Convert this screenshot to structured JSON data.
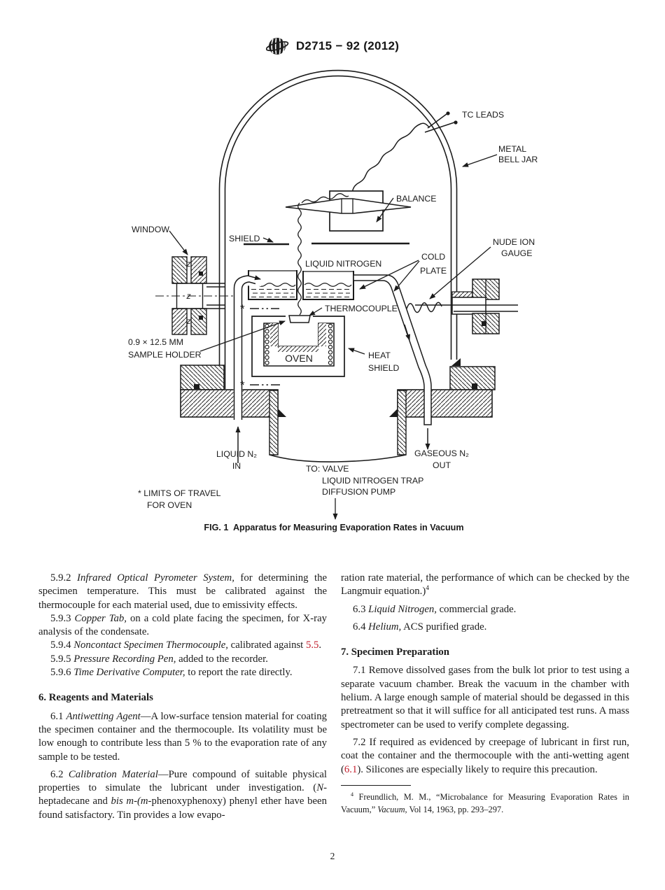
{
  "colors": {
    "link_red": "#C21E2C",
    "ink": "#1b1b1b"
  },
  "header": {
    "designation": "D2715 − 92 (2012)",
    "logo": "astm-logo"
  },
  "figure": {
    "caption": "FIG. 1  Apparatus for Measuring Evaporation Rates in Vacuum",
    "labels": {
      "tc_leads": "TC LEADS",
      "metal_bell_jar_line1": "METAL",
      "metal_bell_jar_line2": "BELL JAR",
      "balance": "BALANCE",
      "window": "WINDOW",
      "shield": "SHIELD",
      "liquid_nitrogen": "LIQUID NITROGEN",
      "cold_plate_line1": "COLD",
      "cold_plate_line2": "PLATE",
      "nude_ion_gauge_line1": "NUDE ION",
      "nude_ion_gauge_line2": "GAUGE",
      "thermocouple": "THERMOCOUPLE",
      "sample_holder_line1": "0.9 × 12.5 MM",
      "sample_holder_line2": "SAMPLE HOLDER",
      "oven": "OVEN",
      "heat_shield_line1": "HEAT",
      "heat_shield_line2": "SHIELD",
      "liquid_n2_in_line1": "LIQUID N₂",
      "liquid_n2_in_line2": "IN",
      "gaseous_n2_out_line1": "GASEOUS N₂",
      "gaseous_n2_out_line2": "OUT",
      "to_line1": "TO: VALVE",
      "to_line2": "LIQUID NITROGEN TRAP",
      "to_line3": "DIFFUSION PUMP",
      "limits_line1": "* LIMITS OF TRAVEL",
      "limits_line2": "FOR OVEN",
      "limit_mark_star": "*"
    }
  },
  "content": {
    "left_column": [
      {
        "style": "para",
        "runs": [
          {
            "t": "5.9.2 ",
            "s": "n"
          },
          {
            "t": "Infrared Optical Pyrometer System,",
            "s": "i"
          },
          {
            "t": " for determining the specimen temperature. This must be calibrated against the thermocouple for each material used, due to emissivity effects.",
            "s": "n"
          }
        ]
      },
      {
        "style": "para",
        "runs": [
          {
            "t": "5.9.3 ",
            "s": "n"
          },
          {
            "t": "Copper Tab,",
            "s": "i"
          },
          {
            "t": " on a cold plate facing the specimen, for X-ray analysis of the condensate.",
            "s": "n"
          }
        ]
      },
      {
        "style": "para",
        "runs": [
          {
            "t": "5.9.4 ",
            "s": "n"
          },
          {
            "t": "Noncontact Specimen Thermocouple,",
            "s": "i"
          },
          {
            "t": " calibrated against ",
            "s": "n"
          },
          {
            "t": "5.5",
            "s": "r"
          },
          {
            "t": ".",
            "s": "n"
          }
        ]
      },
      {
        "style": "para",
        "runs": [
          {
            "t": "5.9.5 ",
            "s": "n"
          },
          {
            "t": "Pressure Recording Pen,",
            "s": "i"
          },
          {
            "t": " added to the recorder.",
            "s": "n"
          }
        ]
      },
      {
        "style": "para",
        "runs": [
          {
            "t": "5.9.6 ",
            "s": "n"
          },
          {
            "t": "Time Derivative Computer,",
            "s": "i"
          },
          {
            "t": " to report the rate directly.",
            "s": "n"
          }
        ]
      },
      {
        "style": "heading",
        "runs": [
          {
            "t": "6. Reagents and Materials",
            "s": "n"
          }
        ]
      },
      {
        "style": "para",
        "gap": true,
        "runs": [
          {
            "t": "6.1 ",
            "s": "n"
          },
          {
            "t": "Antiwetting Agent",
            "s": "i"
          },
          {
            "t": "—A low-surface tension material for coating the specimen container and the thermocouple. Its volatility must be low enough to contribute less than 5 % to the evaporation rate of any sample to be tested.",
            "s": "n"
          }
        ]
      },
      {
        "style": "para",
        "gap": true,
        "runs": [
          {
            "t": "6.2 ",
            "s": "n"
          },
          {
            "t": "Calibration Material",
            "s": "i"
          },
          {
            "t": "—Pure compound of suitable physical properties to simulate the lubricant under investigation. (",
            "s": "n"
          },
          {
            "t": "N",
            "s": "i"
          },
          {
            "t": "-heptadecane and ",
            "s": "n"
          },
          {
            "t": "bis m-(m-",
            "s": "i"
          },
          {
            "t": "phenoxyphenoxy) phenyl ether have been found satisfactory. Tin provides a low evapo-",
            "s": "n"
          }
        ]
      }
    ],
    "right_column": [
      {
        "style": "para",
        "noindent": true,
        "runs": [
          {
            "t": "ration rate material, the performance of which can be checked by the Langmuir equation.)",
            "s": "n"
          },
          {
            "t": "4",
            "s": "sup"
          }
        ]
      },
      {
        "style": "para",
        "gap": true,
        "runs": [
          {
            "t": "6.3 ",
            "s": "n"
          },
          {
            "t": "Liquid Nitrogen,",
            "s": "i"
          },
          {
            "t": " commercial grade.",
            "s": "n"
          }
        ]
      },
      {
        "style": "para",
        "gap": true,
        "runs": [
          {
            "t": "6.4 ",
            "s": "n"
          },
          {
            "t": "Helium,",
            "s": "i"
          },
          {
            "t": " ACS purified grade.",
            "s": "n"
          }
        ]
      },
      {
        "style": "heading",
        "runs": [
          {
            "t": "7. Specimen Preparation",
            "s": "n"
          }
        ]
      },
      {
        "style": "para",
        "gap": true,
        "runs": [
          {
            "t": "7.1 Remove dissolved gases from the bulk lot prior to test using a separate vacuum chamber. Break the vacuum in the chamber with helium. A large enough sample of material should be degassed in this pretreatment so that it will suffice for all anticipated test runs. A mass spectrometer can be used to verify complete degassing.",
            "s": "n"
          }
        ]
      },
      {
        "style": "para",
        "gap": true,
        "runs": [
          {
            "t": "7.2 If required as evidenced by creepage of lubricant in first run, coat the container and the thermocouple with the anti-wetting agent (",
            "s": "n"
          },
          {
            "t": "6.1",
            "s": "r"
          },
          {
            "t": "). Silicones are especially likely to require this precaution.",
            "s": "n"
          }
        ]
      }
    ],
    "footnote": {
      "runs": [
        {
          "t": "4",
          "s": "sup"
        },
        {
          "t": " Freundlich, M. M., “Microbalance for Measuring Evaporation Rates in Vacuum,” ",
          "s": "n"
        },
        {
          "t": "Vacuum",
          "s": "i"
        },
        {
          "t": ", Vol 14, 1963, pp. 293–297.",
          "s": "n"
        }
      ]
    }
  },
  "page_number": "2"
}
